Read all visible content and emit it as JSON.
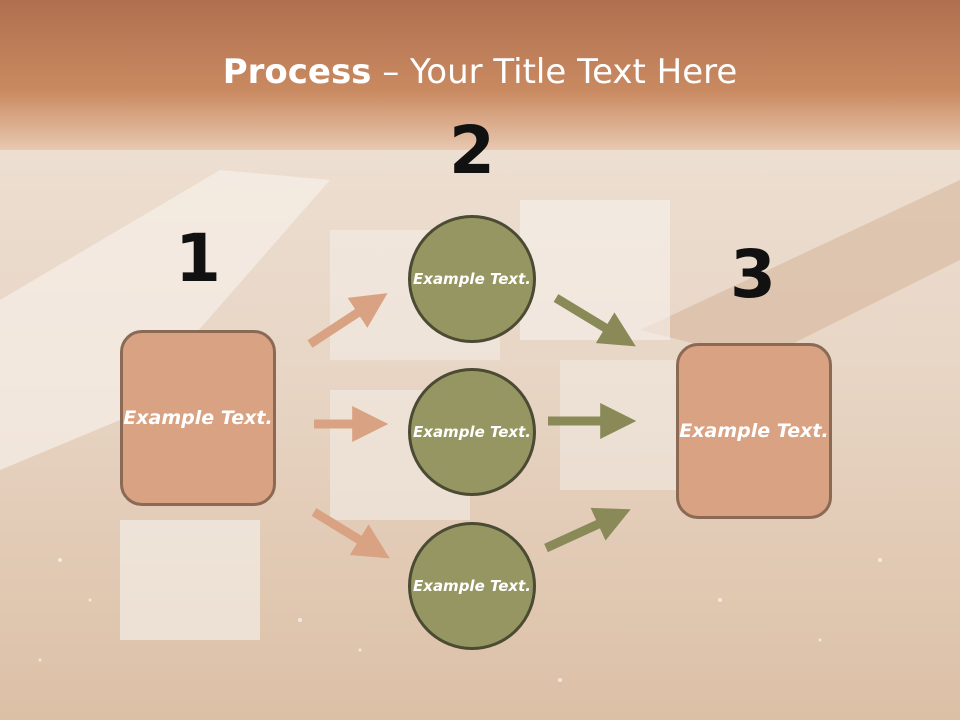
{
  "title": {
    "bold": "Process",
    "rest": " – Your Title Text Here"
  },
  "steps": [
    {
      "number": "1",
      "text": "Example Text."
    },
    {
      "number": "2",
      "text": "Example Text."
    },
    {
      "number": "3",
      "text": "Example Text."
    }
  ],
  "circles": [
    {
      "text": "Example Text."
    },
    {
      "text": "Example Text."
    },
    {
      "text": "Example Text."
    }
  ],
  "colors": {
    "header": "#c98960",
    "box_fill": "#d9a282",
    "circle_fill": "#969663",
    "arrow_left": "#d9a282",
    "arrow_right": "#8a8a58"
  }
}
